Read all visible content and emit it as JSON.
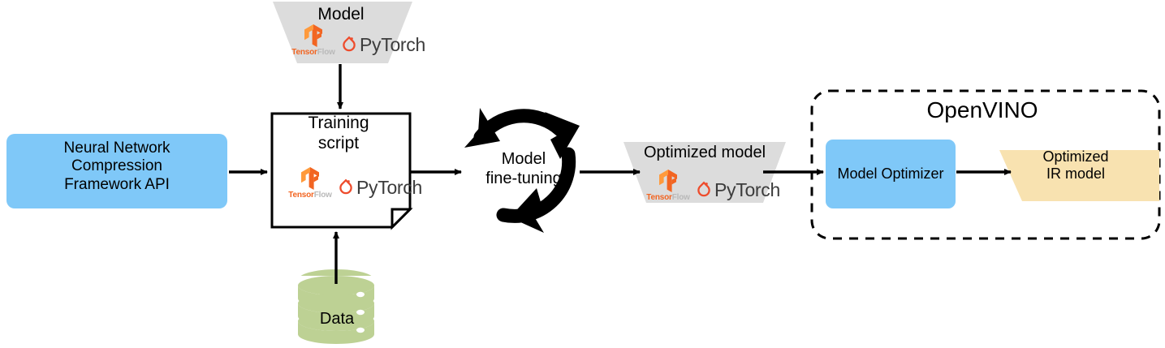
{
  "diagram": {
    "title": "NNCF / OpenVINO optimization pipeline",
    "colors": {
      "blue_box": "#7FC8F8",
      "gray_trapezoid": "#DCDCDC",
      "beige_trapezoid": "#F8E2B0",
      "green_cylinder": "#BDD194",
      "arrow": "#000000",
      "tensorflow_orange": "#F26522",
      "pytorch_red": "#EE4C2C",
      "pytorch_text": "#3C3C3C"
    },
    "nodes": {
      "nncf": {
        "label": "Neural Network\nCompression\nFramework API",
        "shape": "rounded-rect",
        "fill": "#7FC8F8"
      },
      "model": {
        "label": "Model",
        "shape": "trapezoid",
        "fill": "#DCDCDC"
      },
      "training_script": {
        "label": "Training\nscript",
        "shape": "document",
        "fill": "#FFFFFF"
      },
      "fine_tuning": {
        "label": "Model\nfine-tuning",
        "shape": "cycle-arrows",
        "fill": "#000000"
      },
      "optimized_model": {
        "label": "Optimized model",
        "shape": "trapezoid",
        "fill": "#DCDCDC"
      },
      "data": {
        "label": "Data",
        "shape": "cylinder",
        "fill": "#BDD194"
      },
      "openvino": {
        "label": "OpenVINO",
        "shape": "dashed-rounded-rect"
      },
      "model_optimizer": {
        "label": "Model Optimizer",
        "shape": "rounded-rect",
        "fill": "#7FC8F8"
      },
      "optimized_ir_model": {
        "label": "Optimized\nIR model",
        "shape": "trapezoid",
        "fill": "#F8E2B0"
      }
    },
    "framework_logos": {
      "tensorflow": {
        "word_a": "Tensor",
        "word_b": "Flow",
        "icon": "tensorflow-icon"
      },
      "pytorch": {
        "word": "PyTorch",
        "icon": "pytorch-icon"
      }
    },
    "edges": [
      {
        "from": "nncf",
        "to": "training_script",
        "direction": "right"
      },
      {
        "from": "model",
        "to": "training_script",
        "direction": "down"
      },
      {
        "from": "data",
        "to": "training_script",
        "direction": "up"
      },
      {
        "from": "training_script",
        "to": "fine_tuning",
        "direction": "right"
      },
      {
        "from": "fine_tuning",
        "to": "optimized_model",
        "direction": "right"
      },
      {
        "from": "optimized_model",
        "to": "model_optimizer",
        "direction": "right"
      },
      {
        "from": "model_optimizer",
        "to": "optimized_ir_model",
        "direction": "right"
      }
    ]
  }
}
